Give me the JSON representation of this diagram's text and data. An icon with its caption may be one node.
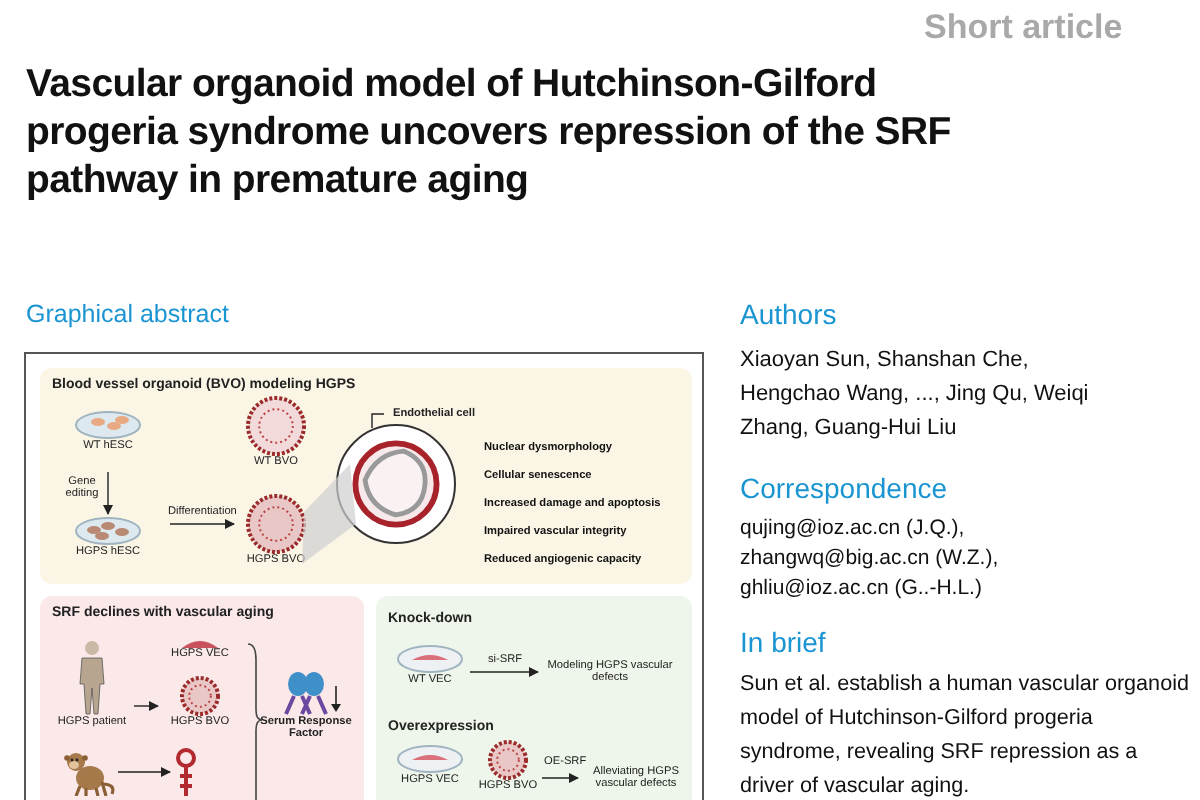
{
  "diagram": {
    "title": "Vascular organoid model of Hutchinson-Gilford progeria syndrome uncovers repression of the SRF pathway in premature aging",
    "nodes": [
      {
        "text": [
          "Blood vessel organoid (BVO) modeling HGPS"
        ]
      },
      {
        "text": [
          "WT hESC"
        ],
        "in": 0
      },
      {
        "text": [
          "HGPS hESC"
        ],
        "in": 0
      },
      {
        "text": [
          "WT BVO"
        ],
        "in": 0
      },
      {
        "text": [
          "HGPS BVO"
        ],
        "in": 0
      },
      {
        "text": [],
        "shape": "circle",
        "in": 0
      },
      {
        "text": [
          "Endothelial cell"
        ],
        "in": 0
      },
      {
        "text": [
          "SRF declines with vascular aging"
        ]
      },
      {
        "text": [
          "HGPS patient"
        ],
        "in": 7
      },
      {
        "text": [
          "HGPS VEC"
        ],
        "in": 7
      },
      {
        "text": [
          "HGPS BVO"
        ],
        "in": 7
      },
      {
        "text": [],
        "shape": "picture",
        "in": 7
      },
      {
        "text": [],
        "shape": "picture",
        "in": 7
      },
      {
        "text": [
          "Serum Response Factor"
        ],
        "in": 7
      },
      {
        "text": [
          "Knock-down",
          "Overexpression"
        ]
      },
      {
        "text": [
          "WT VEC"
        ],
        "in": 14
      },
      {
        "text": [
          "Modeling HGPS vascular defects"
        ],
        "in": 14
      },
      {
        "text": [
          "HGPS VEC"
        ],
        "in": 14
      },
      {
        "text": [
          "HGPS BVO"
        ],
        "in": 14
      },
      {
        "text": [
          "Alleviating HGPS vascular defects"
        ],
        "in": 14
      }
    ],
    "edges": [
      {
        "from": 1,
        "to": 2,
        "arrow": "to",
        "label": "Gene editing"
      },
      {
        "from": null,
        "to": 4,
        "arrow": "to",
        "label": "Differentiation"
      },
      {
        "from": 6,
        "to": 5,
        "arrow": "none"
      },
      {
        "from": 8,
        "to": 10,
        "arrow": "to"
      },
      {
        "from": 11,
        "to": 12,
        "arrow": "to"
      },
      {
        "from": 15,
        "to": 16,
        "arrow": "to",
        "label": "si-SRF"
      },
      {
        "from": 18,
        "to": 19,
        "arrow": "to",
        "label": "OE-SRF"
      }
    ],
    "labels": [
      "Short article",
      "Graphical abstract",
      "Nuclear dysmorphology",
      "Cellular senescence",
      "Increased damage and apoptosis",
      "Impaired vascular integrity",
      "Reduced angiogenic capacity",
      "Authors",
      "Xiaoyan Sun, Shanshan Che, Hengchao Wang, ..., Jing Qu, Weiqi Zhang, Guang-Hui Liu",
      "Correspondence",
      "qujing@ioz.ac.cn (J.Q.),",
      "zhangwq@big.ac.cn (W.Z.),",
      "ghliu@ioz.ac.cn (G..-H.L.)",
      "In brief",
      "Sun et al. establish a human vascular organoid model of Hutchinson-Gilford progeria syndrome, revealing SRF repression as a driver of vascular aging."
    ]
  }
}
